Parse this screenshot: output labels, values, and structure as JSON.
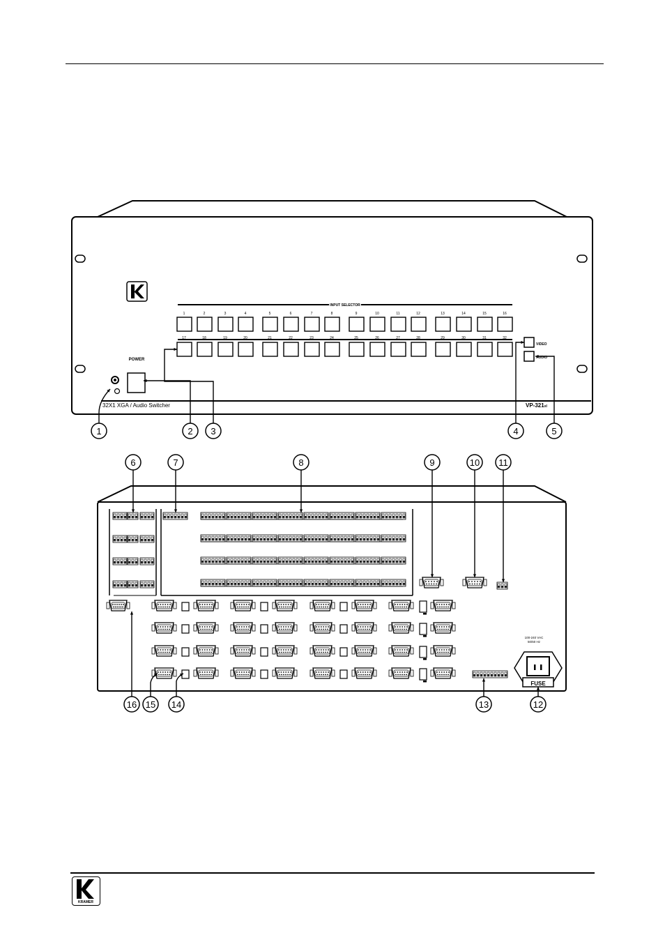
{
  "front_panel": {
    "brand": "KRAMER",
    "section_label": "INPUT SELECTOR",
    "top_row_numbers": [
      "1",
      "2",
      "3",
      "4",
      "5",
      "6",
      "7",
      "8",
      "9",
      "10",
      "11",
      "12",
      "13",
      "14",
      "15",
      "16"
    ],
    "bottom_row_numbers": [
      "17",
      "18",
      "19",
      "20",
      "21",
      "22",
      "23",
      "24",
      "25",
      "26",
      "27",
      "28",
      "29",
      "30",
      "31",
      "32"
    ],
    "power_label": "POWER",
    "video_label": "VIDEO",
    "audio_label": "AUDIO",
    "model_description": "32X1 XGA / Audio Switcher",
    "model_number": "VP-321",
    "model_suffix": "xl"
  },
  "rear_panel": {
    "power_rating_line1": "100-240 VAC",
    "power_rating_line2": "50/60 Hz",
    "fuse_label": "FUSE"
  },
  "callouts": [
    "1",
    "2",
    "3",
    "4",
    "5",
    "6",
    "7",
    "8",
    "9",
    "10",
    "11",
    "12",
    "13",
    "14",
    "15",
    "16"
  ],
  "footer": {
    "brand": "KRAMER"
  }
}
